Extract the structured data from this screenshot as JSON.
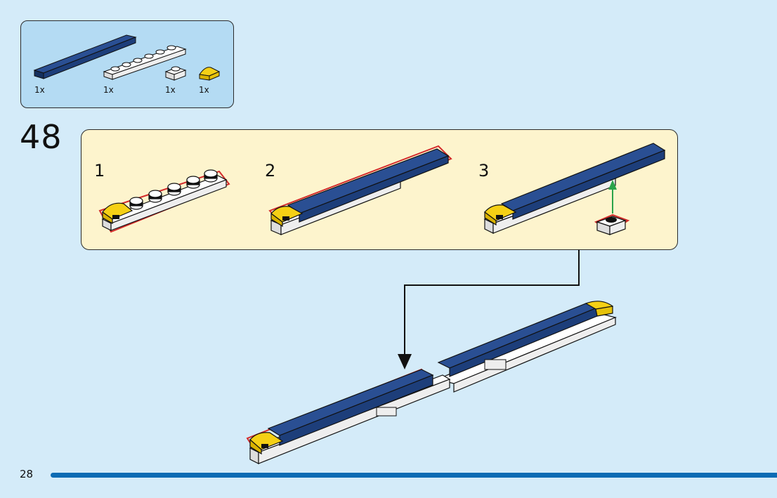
{
  "parts_list": {
    "items": [
      {
        "name": "dark-blue-plate-1x8",
        "quantity": "1x"
      },
      {
        "name": "white-plate-1x6",
        "quantity": "1x"
      },
      {
        "name": "white-plate-1x1",
        "quantity": "1x"
      },
      {
        "name": "yellow-curved-slope",
        "quantity": "1x"
      }
    ]
  },
  "step": {
    "number": "48",
    "substeps": [
      {
        "label": "1"
      },
      {
        "label": "2"
      },
      {
        "label": "3"
      }
    ]
  },
  "footer": {
    "page_number": "28"
  },
  "colors": {
    "background": "#d4ebf9",
    "parts_box": "#b4dbf3",
    "substeps_box": "#fdf4cd",
    "dark_blue_brick": "#1d3e7a",
    "yellow_brick": "#f5d015",
    "highlight_outline": "#d32b2b",
    "arrow_green": "#2aa34a",
    "page_bar": "#0b6bb4"
  }
}
